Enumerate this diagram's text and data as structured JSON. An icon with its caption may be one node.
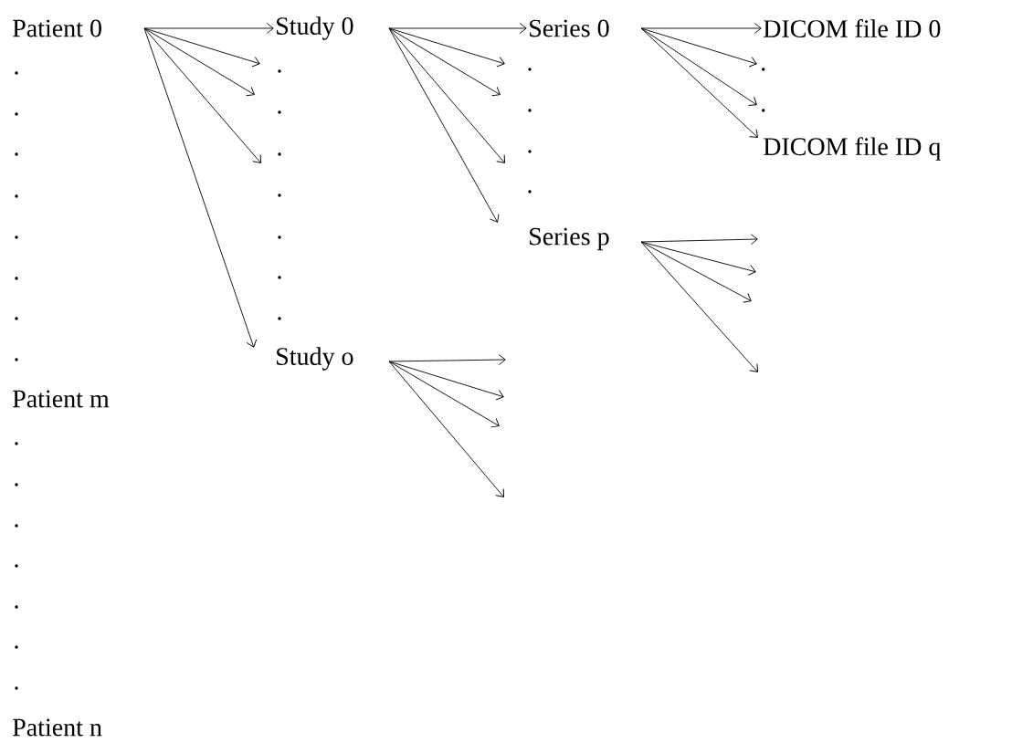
{
  "diagram": {
    "nodes": [
      {
        "text": [
          "Patient 0"
        ]
      },
      {
        "text": [
          "Patient m"
        ]
      },
      {
        "text": [
          "Patient n"
        ]
      },
      {
        "text": [
          "Study 0"
        ]
      },
      {
        "text": [
          "Study o"
        ]
      },
      {
        "text": [
          "Series 0"
        ]
      },
      {
        "text": [
          "Series p"
        ]
      },
      {
        "text": [
          "DICOM file ID 0"
        ]
      },
      {
        "text": [
          "."
        ]
      },
      {
        "text": [
          "."
        ]
      },
      {
        "text": [
          "DICOM file ID q"
        ]
      }
    ],
    "edges": [
      {
        "from": 0,
        "to": 3,
        "arrow": "to"
      },
      {
        "from": 0,
        "to": null,
        "arrow": "to"
      },
      {
        "from": 0,
        "to": null,
        "arrow": "to"
      },
      {
        "from": 0,
        "to": null,
        "arrow": "to"
      },
      {
        "from": 0,
        "to": 4,
        "arrow": "to"
      },
      {
        "from": 3,
        "to": 5,
        "arrow": "to"
      },
      {
        "from": 3,
        "to": null,
        "arrow": "to"
      },
      {
        "from": 3,
        "to": null,
        "arrow": "to"
      },
      {
        "from": 3,
        "to": null,
        "arrow": "to"
      },
      {
        "from": 3,
        "to": 6,
        "arrow": "to"
      },
      {
        "from": 4,
        "to": null,
        "arrow": "to"
      },
      {
        "from": 4,
        "to": null,
        "arrow": "to"
      },
      {
        "from": 4,
        "to": null,
        "arrow": "to"
      },
      {
        "from": 4,
        "to": null,
        "arrow": "to"
      },
      {
        "from": 5,
        "to": 7,
        "arrow": "to"
      },
      {
        "from": 5,
        "to": 8,
        "arrow": "to"
      },
      {
        "from": 5,
        "to": 9,
        "arrow": "to"
      },
      {
        "from": 5,
        "to": 10,
        "arrow": "to"
      },
      {
        "from": 6,
        "to": null,
        "arrow": "to"
      },
      {
        "from": 6,
        "to": null,
        "arrow": "to"
      },
      {
        "from": 6,
        "to": null,
        "arrow": "to"
      },
      {
        "from": 6,
        "to": null,
        "arrow": "to"
      }
    ],
    "labels": [
      ".",
      ".",
      ".",
      ".",
      ".",
      ".",
      ".",
      ".",
      ".",
      ".",
      ".",
      ".",
      ".",
      ".",
      ".",
      ".",
      ".",
      ".",
      ".",
      ".",
      ".",
      ".",
      ".",
      ".",
      ".",
      "."
    ]
  }
}
